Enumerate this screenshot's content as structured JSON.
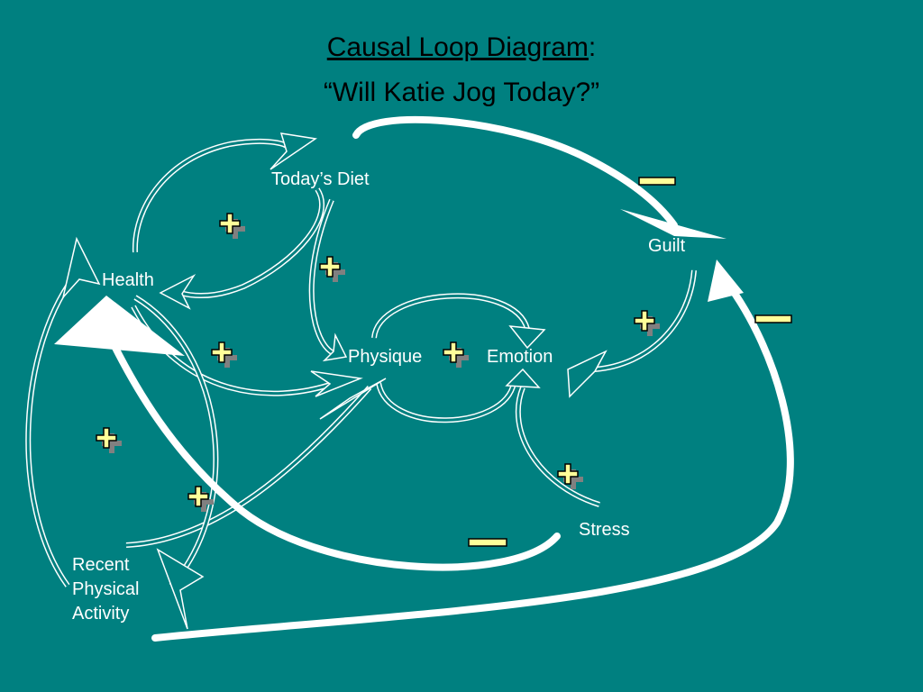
{
  "title": {
    "main": "Causal Loop Diagram",
    "colon": ":",
    "subtitle": "“Will Katie Jog Today?”"
  },
  "nodes": {
    "todays_diet": "Today’s Diet",
    "health": "Health",
    "guilt": "Guilt",
    "physique": "Physique",
    "emotion": "Emotion",
    "stress": "Stress",
    "recent_activity_line1": "Recent",
    "recent_activity_line2": "Physical",
    "recent_activity_line3": "Activity"
  },
  "colors": {
    "background": "#008080",
    "arrow": "#ffffff",
    "plus_sign": "#ffff99",
    "plus_shadow": "#808080",
    "minus_sign": "#ffff99",
    "title_text": "#000000",
    "node_text": "#ffffff"
  },
  "links": [
    {
      "from": "Health",
      "to": "Today’s Diet",
      "polarity": "+"
    },
    {
      "from": "Today’s Diet",
      "to": "Health",
      "polarity": "+"
    },
    {
      "from": "Today’s Diet",
      "to": "Physique",
      "polarity": "+"
    },
    {
      "from": "Health",
      "to": "Physique",
      "polarity": "+"
    },
    {
      "from": "Physique",
      "to": "Emotion",
      "polarity": "+"
    },
    {
      "from": "Guilt",
      "to": "Emotion",
      "polarity": "+"
    },
    {
      "from": "Stress",
      "to": "Emotion",
      "polarity": "+"
    },
    {
      "from": "Health",
      "to": "Recent Physical Activity",
      "polarity": "+"
    },
    {
      "from": "Recent Physical Activity",
      "to": "Physique",
      "polarity": "+"
    },
    {
      "from": "Title",
      "to": "Guilt",
      "polarity": "-"
    },
    {
      "from": "Recent Physical Activity",
      "to": "Guilt",
      "polarity": "-"
    },
    {
      "from": "Stress",
      "to": "Health",
      "polarity": "-"
    }
  ]
}
